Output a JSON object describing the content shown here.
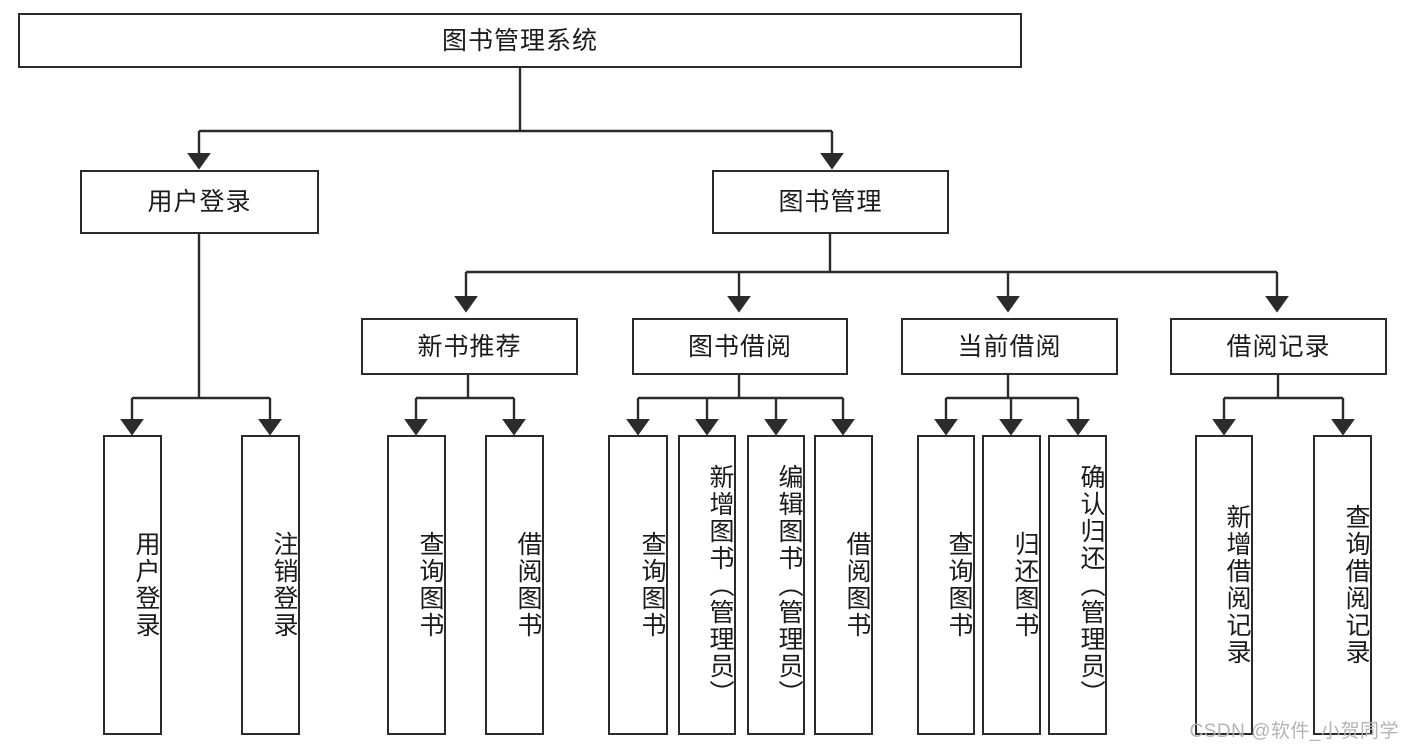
{
  "diagram": {
    "title": "图书管理系统",
    "root": {
      "label": "图书管理系统"
    },
    "level2": [
      {
        "label": "用户登录"
      },
      {
        "label": "图书管理"
      }
    ],
    "level3": [
      {
        "label": "新书推荐"
      },
      {
        "label": "图书借阅"
      },
      {
        "label": "当前借阅"
      },
      {
        "label": "借阅记录"
      }
    ],
    "leaves": {
      "user_login": [
        {
          "label": "用户登录"
        },
        {
          "label": "注销登录"
        }
      ],
      "new_book_recommend": [
        {
          "label": "查询图书"
        },
        {
          "label": "借阅图书"
        }
      ],
      "book_borrow": [
        {
          "label": "查询图书"
        },
        {
          "label": "新增图书（管理员）"
        },
        {
          "label": "编辑图书（管理员）"
        },
        {
          "label": "借阅图书"
        }
      ],
      "current_borrow": [
        {
          "label": "查询图书"
        },
        {
          "label": "归还图书"
        },
        {
          "label": "确认归还（管理员）"
        }
      ],
      "borrow_record": [
        {
          "label": "新增借阅记录"
        },
        {
          "label": "查询借阅记录"
        }
      ]
    },
    "watermark": "CSDN @软件_小贺同学",
    "colors": {
      "stroke": "#2b2b2b",
      "background": "#ffffff",
      "text": "#1b1b1b",
      "watermark": "#b4b4b4"
    }
  }
}
